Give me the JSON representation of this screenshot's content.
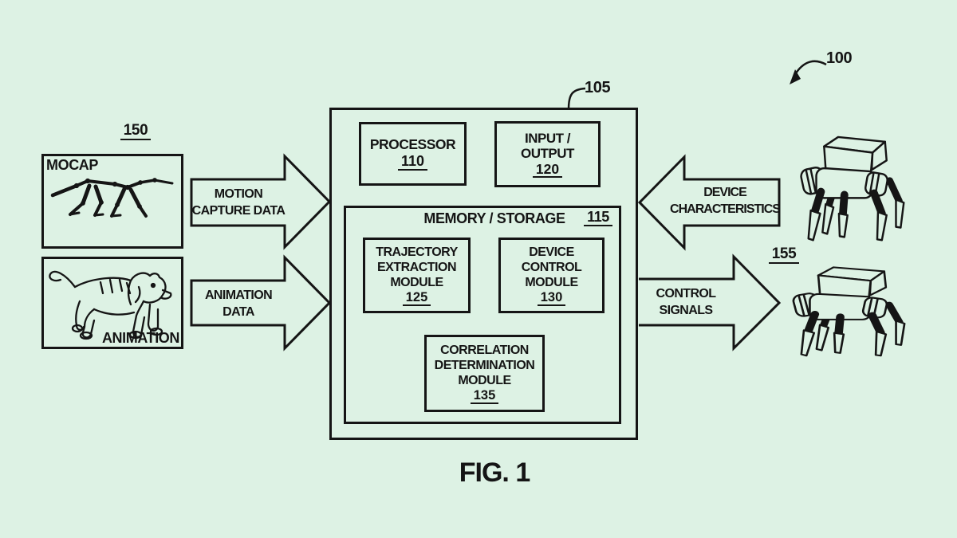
{
  "figure": {
    "caption": "FIG. 1",
    "system_ref": "100"
  },
  "colors": {
    "background": "#ddf2e4",
    "line": "#151515"
  },
  "sources": {
    "ref": "150",
    "mocap_label": "MOCAP",
    "animation_label": "ANIMATION"
  },
  "computing_device": {
    "ref": "105",
    "processor": {
      "label": "PROCESSOR",
      "ref": "110"
    },
    "io": {
      "line1": "INPUT /",
      "line2": "OUTPUT",
      "ref": "120"
    },
    "memory": {
      "label": "MEMORY / STORAGE",
      "ref": "115",
      "trajectory": {
        "line1": "TRAJECTORY",
        "line2": "EXTRACTION",
        "line3": "MODULE",
        "ref": "125"
      },
      "device_control": {
        "line1": "DEVICE",
        "line2": "CONTROL",
        "line3": "MODULE",
        "ref": "130"
      },
      "correlation": {
        "line1": "CORRELATION",
        "line2": "DETERMINATION",
        "line3": "MODULE",
        "ref": "135"
      }
    }
  },
  "arrows": {
    "motion_capture": {
      "line1": "MOTION",
      "line2": "CAPTURE DATA"
    },
    "animation_data": {
      "line1": "ANIMATION",
      "line2": "DATA"
    },
    "device_characteristics": {
      "line1": "DEVICE",
      "line2": "CHARACTERISTICS"
    },
    "control_signals": {
      "line1": "CONTROL",
      "line2": "SIGNALS"
    }
  },
  "robots": {
    "ref": "155"
  }
}
